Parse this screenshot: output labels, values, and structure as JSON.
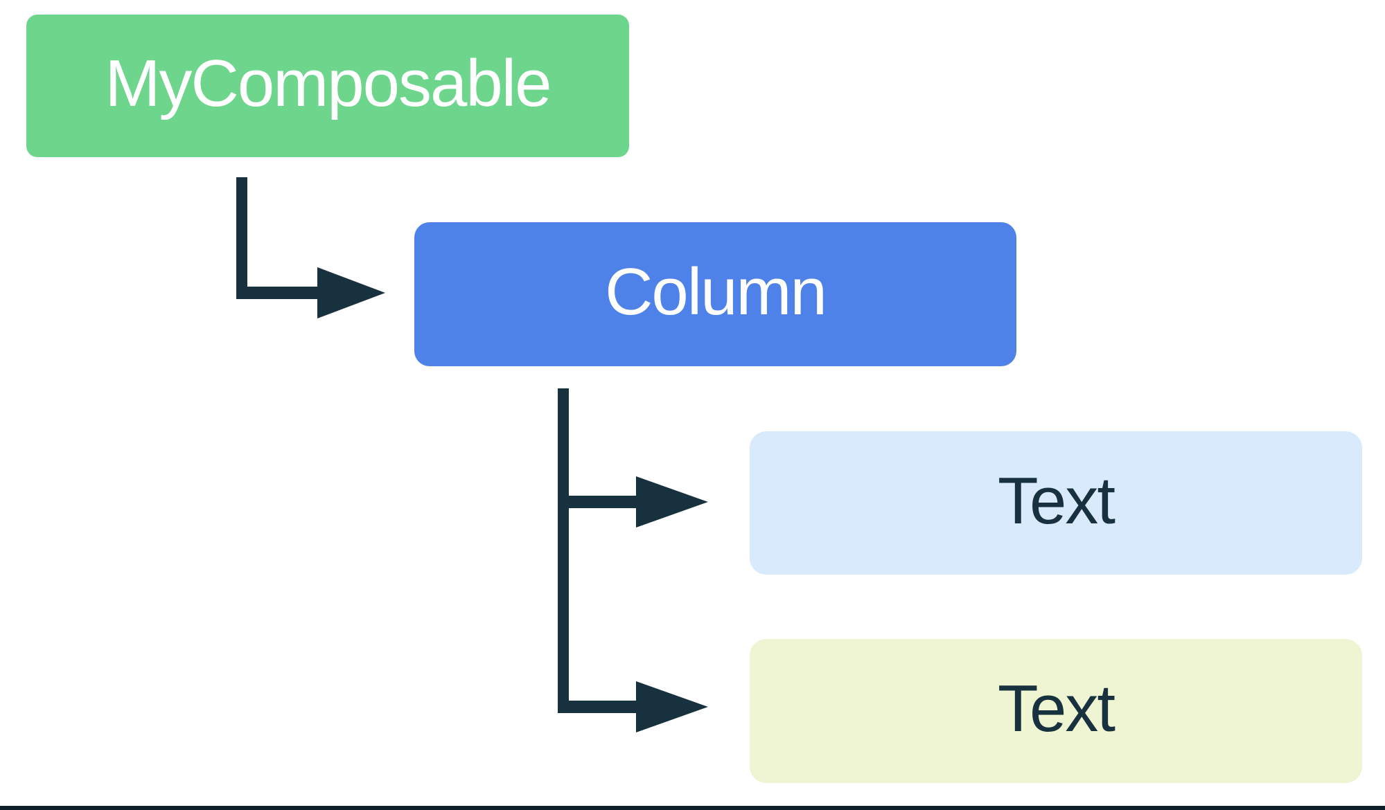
{
  "diagram": {
    "nodes": [
      {
        "id": "my-composable",
        "label": "MyComposable"
      },
      {
        "id": "column",
        "label": "Column"
      },
      {
        "id": "text-1",
        "label": "Text"
      },
      {
        "id": "text-2",
        "label": "Text"
      }
    ],
    "edges": [
      {
        "from": "my-composable",
        "to": "column"
      },
      {
        "from": "column",
        "to": "text-1"
      },
      {
        "from": "column",
        "to": "text-2"
      }
    ]
  },
  "colors": {
    "background": "#FFFFFF",
    "node-my-composable-bg": "#6DD58C",
    "node-column-bg": "#4E82E9",
    "node-text-1-bg": "#D9EAFC",
    "node-text-2-bg": "#EFF4D2",
    "node-label-light": "#FFFFFF",
    "node-label-dark": "#17313F",
    "connector": "#17313F",
    "bottom-line": "#0F1F29"
  }
}
